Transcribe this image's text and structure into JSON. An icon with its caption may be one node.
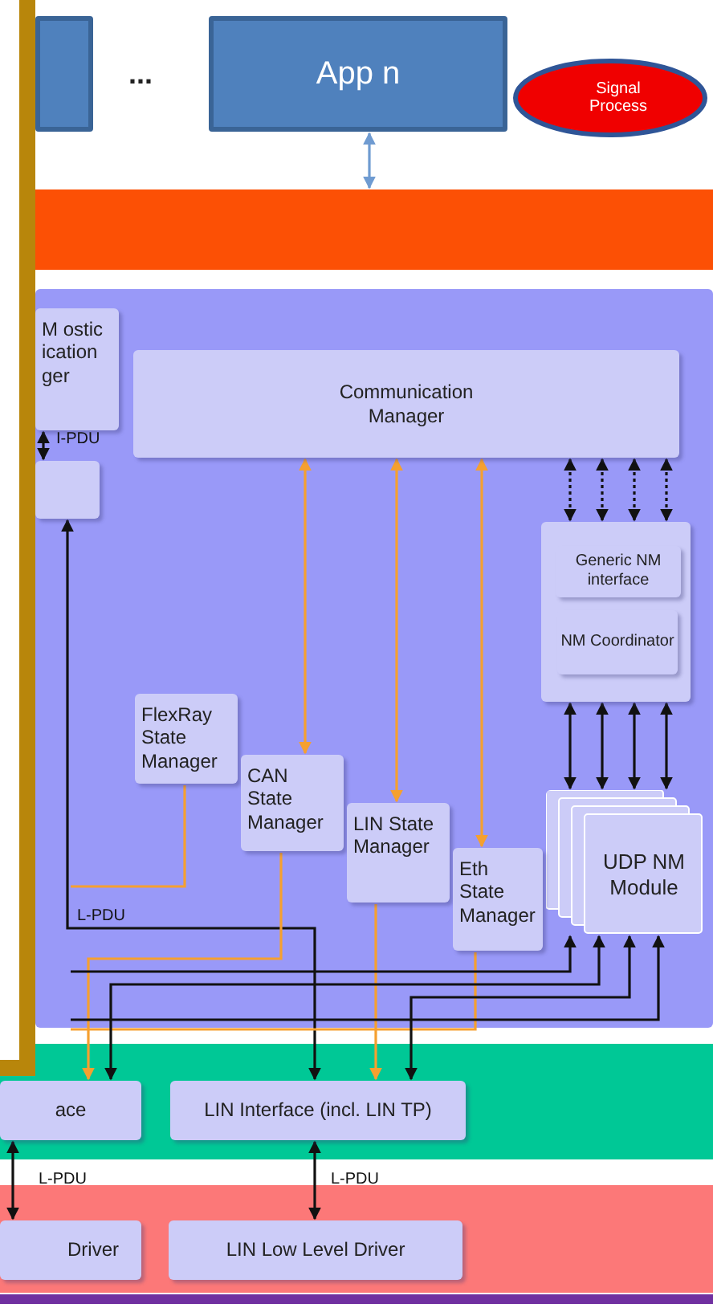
{
  "diagram": {
    "nodes": [
      {
        "text": [],
        "shape": "box"
      },
      {
        "text": [
          "App n"
        ]
      },
      {
        "text": [
          "Signal Process"
        ]
      },
      {
        "text": [],
        "shape": "bar"
      },
      {
        "text": [],
        "shape": "box"
      },
      {
        "text": [
          "M ostic ication ger"
        ],
        "in": 4
      },
      {
        "text": [],
        "shape": "box",
        "in": 4
      },
      {
        "text": [
          "Communication Manager"
        ],
        "in": 4
      },
      {
        "text": [],
        "shape": "box",
        "in": 4
      },
      {
        "text": [
          "Generic NM interface"
        ],
        "in": 8
      },
      {
        "text": [
          "NM Coordinator"
        ],
        "in": 8
      },
      {
        "text": [
          "FlexRay State Manager"
        ],
        "in": 4
      },
      {
        "text": [
          "CAN State Manager"
        ],
        "in": 4
      },
      {
        "text": [
          "LIN State Manager"
        ],
        "in": 4
      },
      {
        "text": [
          "Eth State Manager"
        ],
        "in": 4
      },
      {
        "text": [
          "UDP NM Module"
        ],
        "in": 4
      },
      {
        "text": [],
        "shape": "bar"
      },
      {
        "text": [
          "ace"
        ],
        "in": 16
      },
      {
        "text": [
          "LIN Interface (incl. LIN TP)"
        ],
        "in": 16
      },
      {
        "text": [],
        "shape": "bar"
      },
      {
        "text": [
          "Driver"
        ],
        "in": 19
      },
      {
        "text": [
          "LIN Low Level Driver"
        ],
        "in": 19
      }
    ],
    "edges": [
      {
        "from": 1,
        "to": 3,
        "arrow": "both",
        "color": "#6f9bd1"
      },
      {
        "from": 5,
        "to": 6,
        "arrow": "both",
        "label": "I-PDU"
      },
      {
        "from": 7,
        "to": 12,
        "arrow": "both",
        "color": "#f5a030"
      },
      {
        "from": 7,
        "to": 13,
        "arrow": "both",
        "color": "#f5a030"
      },
      {
        "from": 7,
        "to": 14,
        "arrow": "both",
        "color": "#f5a030"
      },
      {
        "from": 7,
        "to": 8,
        "arrow": "both",
        "style": "dashed"
      },
      {
        "from": 7,
        "to": 8,
        "arrow": "both",
        "style": "dashed"
      },
      {
        "from": 7,
        "to": 8,
        "arrow": "both",
        "style": "dashed"
      },
      {
        "from": 7,
        "to": 8,
        "arrow": "both",
        "style": "dashed"
      },
      {
        "from": 8,
        "to": 15,
        "arrow": "both"
      },
      {
        "from": 8,
        "to": 15,
        "arrow": "both"
      },
      {
        "from": 8,
        "to": 15,
        "arrow": "both"
      },
      {
        "from": 8,
        "to": 15,
        "arrow": "both"
      },
      {
        "from": 6,
        "to": 18,
        "arrow": "both",
        "label": "L-PDU"
      },
      {
        "from": 11,
        "to": null,
        "arrow": "none",
        "color": "#f5a030"
      },
      {
        "from": 12,
        "to": 17,
        "arrow": "to",
        "color": "#f5a030"
      },
      {
        "from": 13,
        "to": 18,
        "arrow": "to",
        "color": "#f5a030"
      },
      {
        "from": 14,
        "to": null,
        "arrow": "none",
        "color": "#f5a030"
      },
      {
        "from": null,
        "to": 15,
        "arrow": "to"
      },
      {
        "from": 17,
        "to": 15,
        "arrow": "both"
      },
      {
        "from": 18,
        "to": 15,
        "arrow": "both"
      },
      {
        "from": null,
        "to": 15,
        "arrow": "to"
      },
      {
        "from": 17,
        "to": 20,
        "arrow": "both",
        "label": "L-PDU"
      },
      {
        "from": 18,
        "to": 21,
        "arrow": "both",
        "label": "L-PDU"
      }
    ],
    "labels": [
      "..."
    ]
  }
}
